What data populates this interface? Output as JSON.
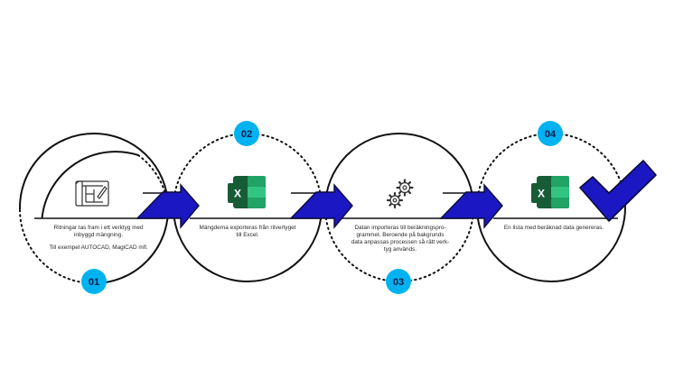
{
  "steps": [
    {
      "number": "01",
      "icon": "blueprint-icon",
      "lines": [
        "Ritningar tas fram i ett verktyg med",
        "inbyggd mängning."
      ],
      "extra": "Till exempel AUTOCAD, MagiCAD mfl."
    },
    {
      "number": "02",
      "icon": "excel-icon",
      "lines": [
        "Mängderna exporteras från ritvertyget",
        "till Excel."
      ]
    },
    {
      "number": "03",
      "icon": "gears-icon",
      "lines": [
        "Datan importeras till beräkningspro-",
        "grammet. Beroende på bakgrunds",
        "data anpassas processen så rätt verk-",
        "tyg används."
      ]
    },
    {
      "number": "04",
      "icon": "excel-icon",
      "lines": [
        "En lista med beräknad data genereras."
      ]
    }
  ],
  "excel_letter": "X",
  "colors": {
    "badge": "#00b2f0",
    "arrow": "#1b17c2",
    "checkmark": "#1b17c2",
    "excel_dark": "#185c37",
    "excel_mid": "#21a366",
    "excel_light": "#33c481"
  }
}
